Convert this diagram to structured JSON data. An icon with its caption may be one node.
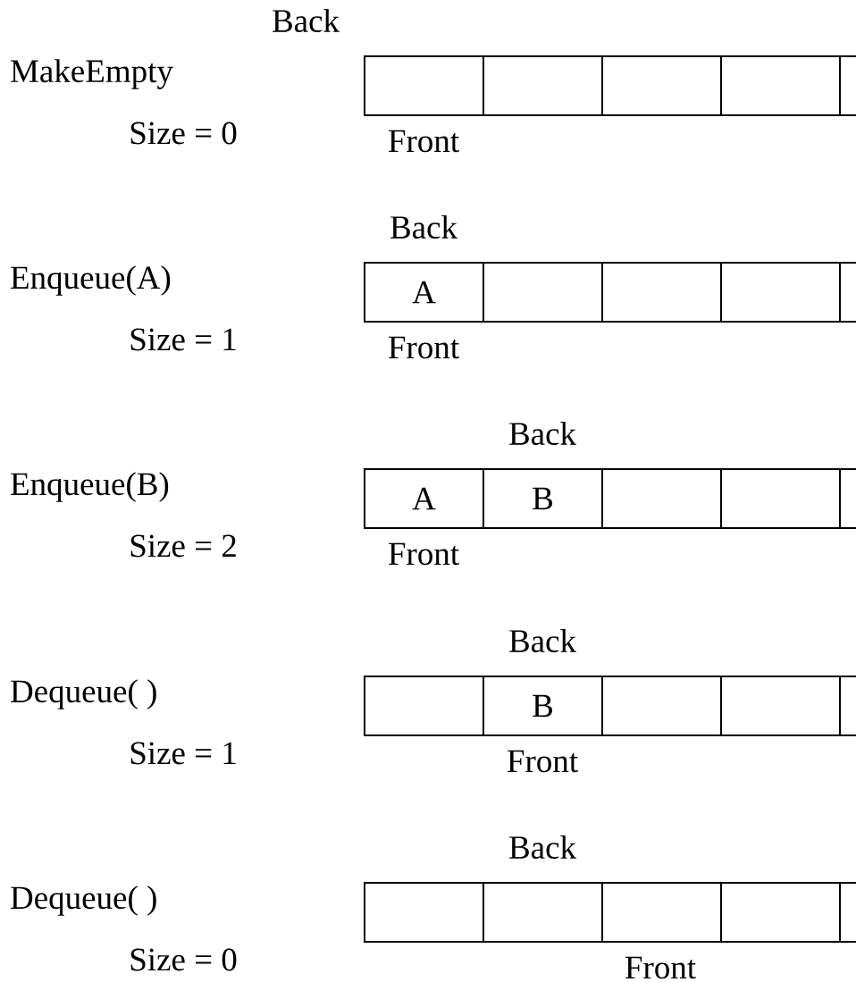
{
  "diagram": {
    "nodes": [
      {
        "text": [],
        "shape": "box"
      },
      {
        "text": [],
        "shape": "box"
      },
      {
        "text": [],
        "shape": "box"
      },
      {
        "text": [],
        "shape": "box"
      },
      {
        "text": [],
        "shape": "box"
      },
      {
        "text": [
          "A"
        ]
      },
      {
        "text": [],
        "shape": "box"
      },
      {
        "text": [],
        "shape": "box"
      },
      {
        "text": [],
        "shape": "box"
      },
      {
        "text": [],
        "shape": "box"
      },
      {
        "text": [
          "A"
        ]
      },
      {
        "text": [
          "B"
        ]
      },
      {
        "text": [],
        "shape": "box"
      },
      {
        "text": [],
        "shape": "box"
      },
      {
        "text": [],
        "shape": "box"
      },
      {
        "text": [],
        "shape": "box"
      },
      {
        "text": [
          "B"
        ]
      },
      {
        "text": [],
        "shape": "box"
      },
      {
        "text": [],
        "shape": "box"
      },
      {
        "text": [],
        "shape": "box"
      },
      {
        "text": [],
        "shape": "box"
      },
      {
        "text": [],
        "shape": "box"
      },
      {
        "text": [],
        "shape": "box"
      },
      {
        "text": [],
        "shape": "box"
      },
      {
        "text": [],
        "shape": "box"
      }
    ],
    "labels": [
      "Back",
      "MakeEmpty",
      "Size = 0",
      "Front",
      "Back",
      "Enqueue(A)",
      "Size = 1",
      "Front",
      "Back",
      "Enqueue(B)",
      "Size = 2",
      "Front",
      "Back",
      "Dequeue( )",
      "Size = 1",
      "Front",
      "Back",
      "Dequeue( )",
      "Size = 0",
      "Front"
    ]
  }
}
